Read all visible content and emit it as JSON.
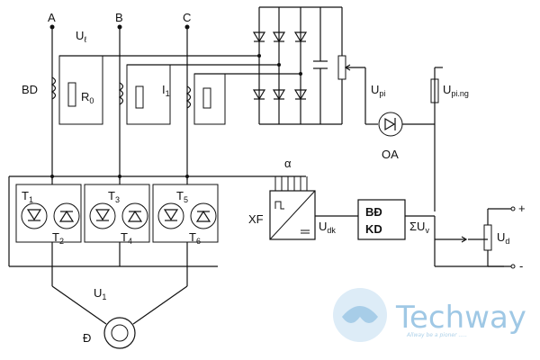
{
  "labels": {
    "A": "A",
    "B": "B",
    "C": "C",
    "Ul": "U",
    "Ul_sub": "ℓ",
    "BD": "BD",
    "R0": "R",
    "R0_sub": "0",
    "I1": "I",
    "I1_sub": "1",
    "Upi": "U",
    "Upi_sub": "pi",
    "Upi_ng": "U",
    "Upi_ng_sub": "pi.ng",
    "OA": "OA",
    "alpha": "α",
    "XF": "XF",
    "Udk": "U",
    "Udk_sub": "dk",
    "BD_block_top": "BĐ",
    "BD_block_bottom": "KD",
    "Sigma_Uv": "ΣU",
    "Sigma_Uv_sub": "v",
    "Ud": "U",
    "Ud_sub": "d",
    "plus": "+",
    "minus": "-",
    "T1": "T",
    "T1_sub": "1",
    "T2": "T",
    "T2_sub": "2",
    "T3": "T",
    "T3_sub": "3",
    "T4": "T",
    "T4_sub": "4",
    "T5": "T",
    "T5_sub": "5",
    "T6": "T",
    "T6_sub": "6",
    "U1": "U",
    "U1_sub": "1",
    "motor": "Đ"
  },
  "watermark": {
    "brand": "Techway",
    "tagline": "Allway be a pioner .....",
    "color": "#7fb6dd"
  }
}
